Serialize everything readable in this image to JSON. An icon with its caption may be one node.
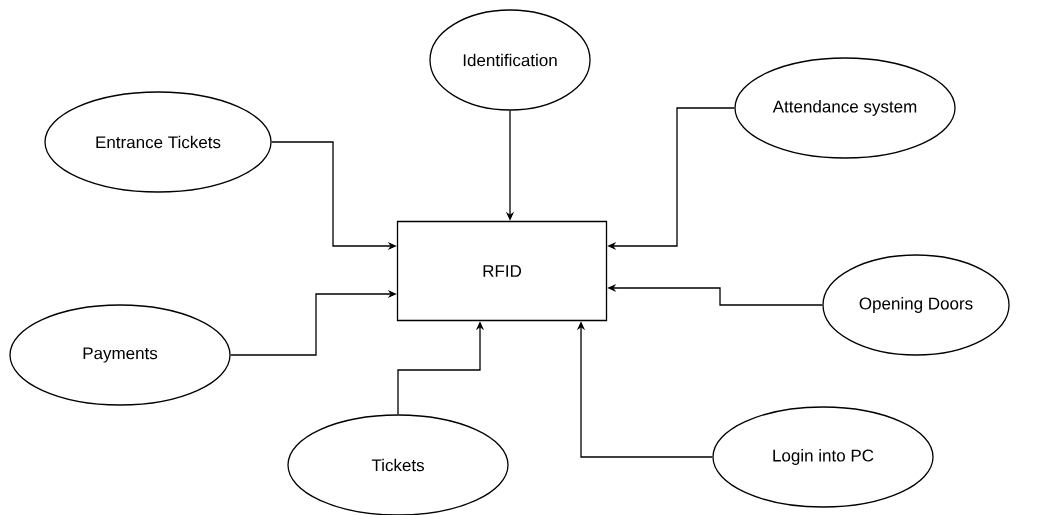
{
  "diagram": {
    "nodes": [
      {
        "text": [
          "RFID"
        ]
      },
      {
        "text": [
          "Identification"
        ]
      },
      {
        "text": [
          "Entrance Tickets"
        ]
      },
      {
        "text": [
          "Attendance system"
        ]
      },
      {
        "text": [
          "Opening Doors"
        ]
      },
      {
        "text": [
          "Payments"
        ]
      },
      {
        "text": [
          "Tickets"
        ]
      },
      {
        "text": [
          "Login into PC"
        ]
      }
    ],
    "edges": [
      {
        "from": 1,
        "to": 0,
        "arrow": "to"
      },
      {
        "from": 2,
        "to": 0,
        "arrow": "to"
      },
      {
        "from": 3,
        "to": 0,
        "arrow": "to"
      },
      {
        "from": 4,
        "to": 0,
        "arrow": "to"
      },
      {
        "from": 5,
        "to": 0,
        "arrow": "to"
      },
      {
        "from": 6,
        "to": 0,
        "arrow": "to"
      },
      {
        "from": 7,
        "to": 0,
        "arrow": "to"
      }
    ]
  }
}
